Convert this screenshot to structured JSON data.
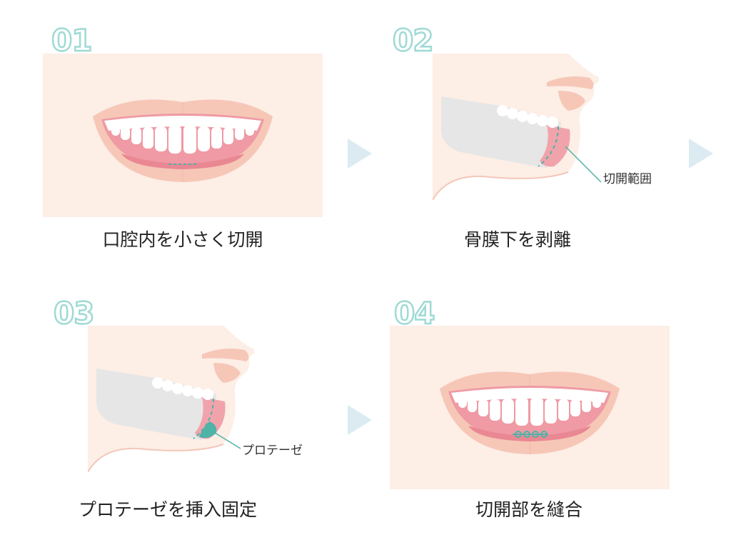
{
  "steps": [
    {
      "number": "01",
      "caption": "口腔内を小さく切開"
    },
    {
      "number": "02",
      "caption": "骨膜下を剥離",
      "callout": "切開範囲"
    },
    {
      "number": "03",
      "caption": "プロテーゼを挿入固定",
      "callout": "プロテーゼ"
    },
    {
      "number": "04",
      "caption": "切開部を縫合"
    }
  ],
  "colors": {
    "panel_bg": "#fdeee6",
    "lips": "#f6c7b7",
    "gums": "#ef9aa4",
    "teeth": "#ffffff",
    "bone": "#e6e6e6",
    "accent_teal": "#4fb3a8",
    "arrow": "#dcebf2",
    "step_number_outline": "#9fdad5"
  }
}
